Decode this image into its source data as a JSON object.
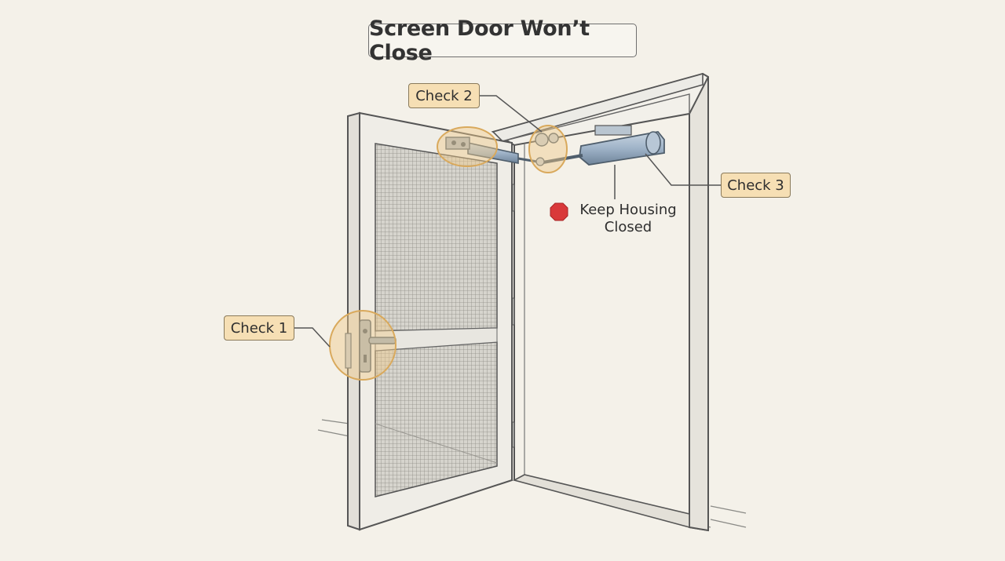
{
  "title": "Screen Door Won’t Close",
  "callouts": {
    "check1": "Check 1",
    "check2": "Check 2",
    "check3": "Check 3"
  },
  "warning": {
    "icon": "stop-octagon-icon",
    "text": "Keep Housing Closed"
  },
  "colors": {
    "background": "#f4f1e9",
    "callout_fill": "#f6dfb4",
    "highlight": "#efc98a",
    "closer_body": "#9fb3c8",
    "stop_red": "#d9393a"
  }
}
